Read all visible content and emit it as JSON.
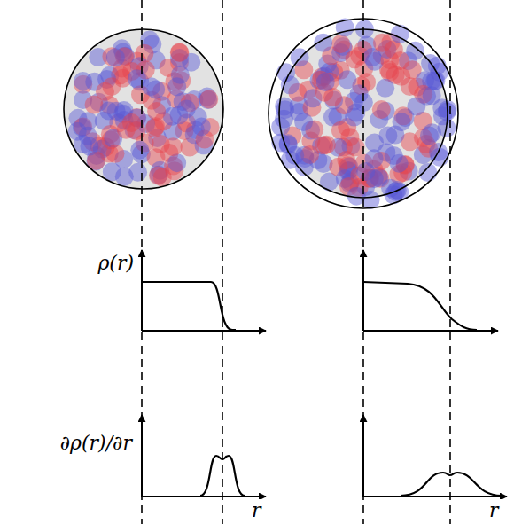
{
  "diagram": {
    "labels": [
      "ρ(r)",
      "∂ρ(r)/∂r",
      "r",
      "r"
    ]
  }
}
